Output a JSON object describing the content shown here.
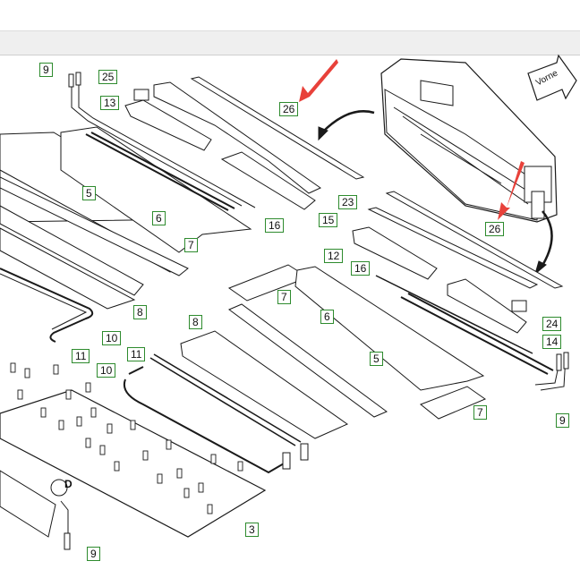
{
  "diagram": {
    "labels": {
      "l9a": "9",
      "l25": "25",
      "l13": "13",
      "l26a": "26",
      "l5": "5",
      "l6a": "6",
      "l16a": "16",
      "l15": "15",
      "l23": "23",
      "l7a": "7",
      "l26b": "26",
      "l12": "12",
      "l16b": "16",
      "l8a": "8",
      "l7b": "7",
      "l6b": "6",
      "l24": "24",
      "l10a": "10",
      "l11a": "11",
      "l14": "14",
      "l8b": "8",
      "l11b": "11",
      "l5b": "5",
      "l10b": "10",
      "l7c": "7",
      "l9b": "9",
      "l3": "3",
      "l9c": "9"
    },
    "detail_marker": "D",
    "direction_sign": "Vorne",
    "colors": {
      "label_border": "#2e8b2e",
      "red_arrow": "#e8413a",
      "line": "#1a1a1a"
    }
  }
}
